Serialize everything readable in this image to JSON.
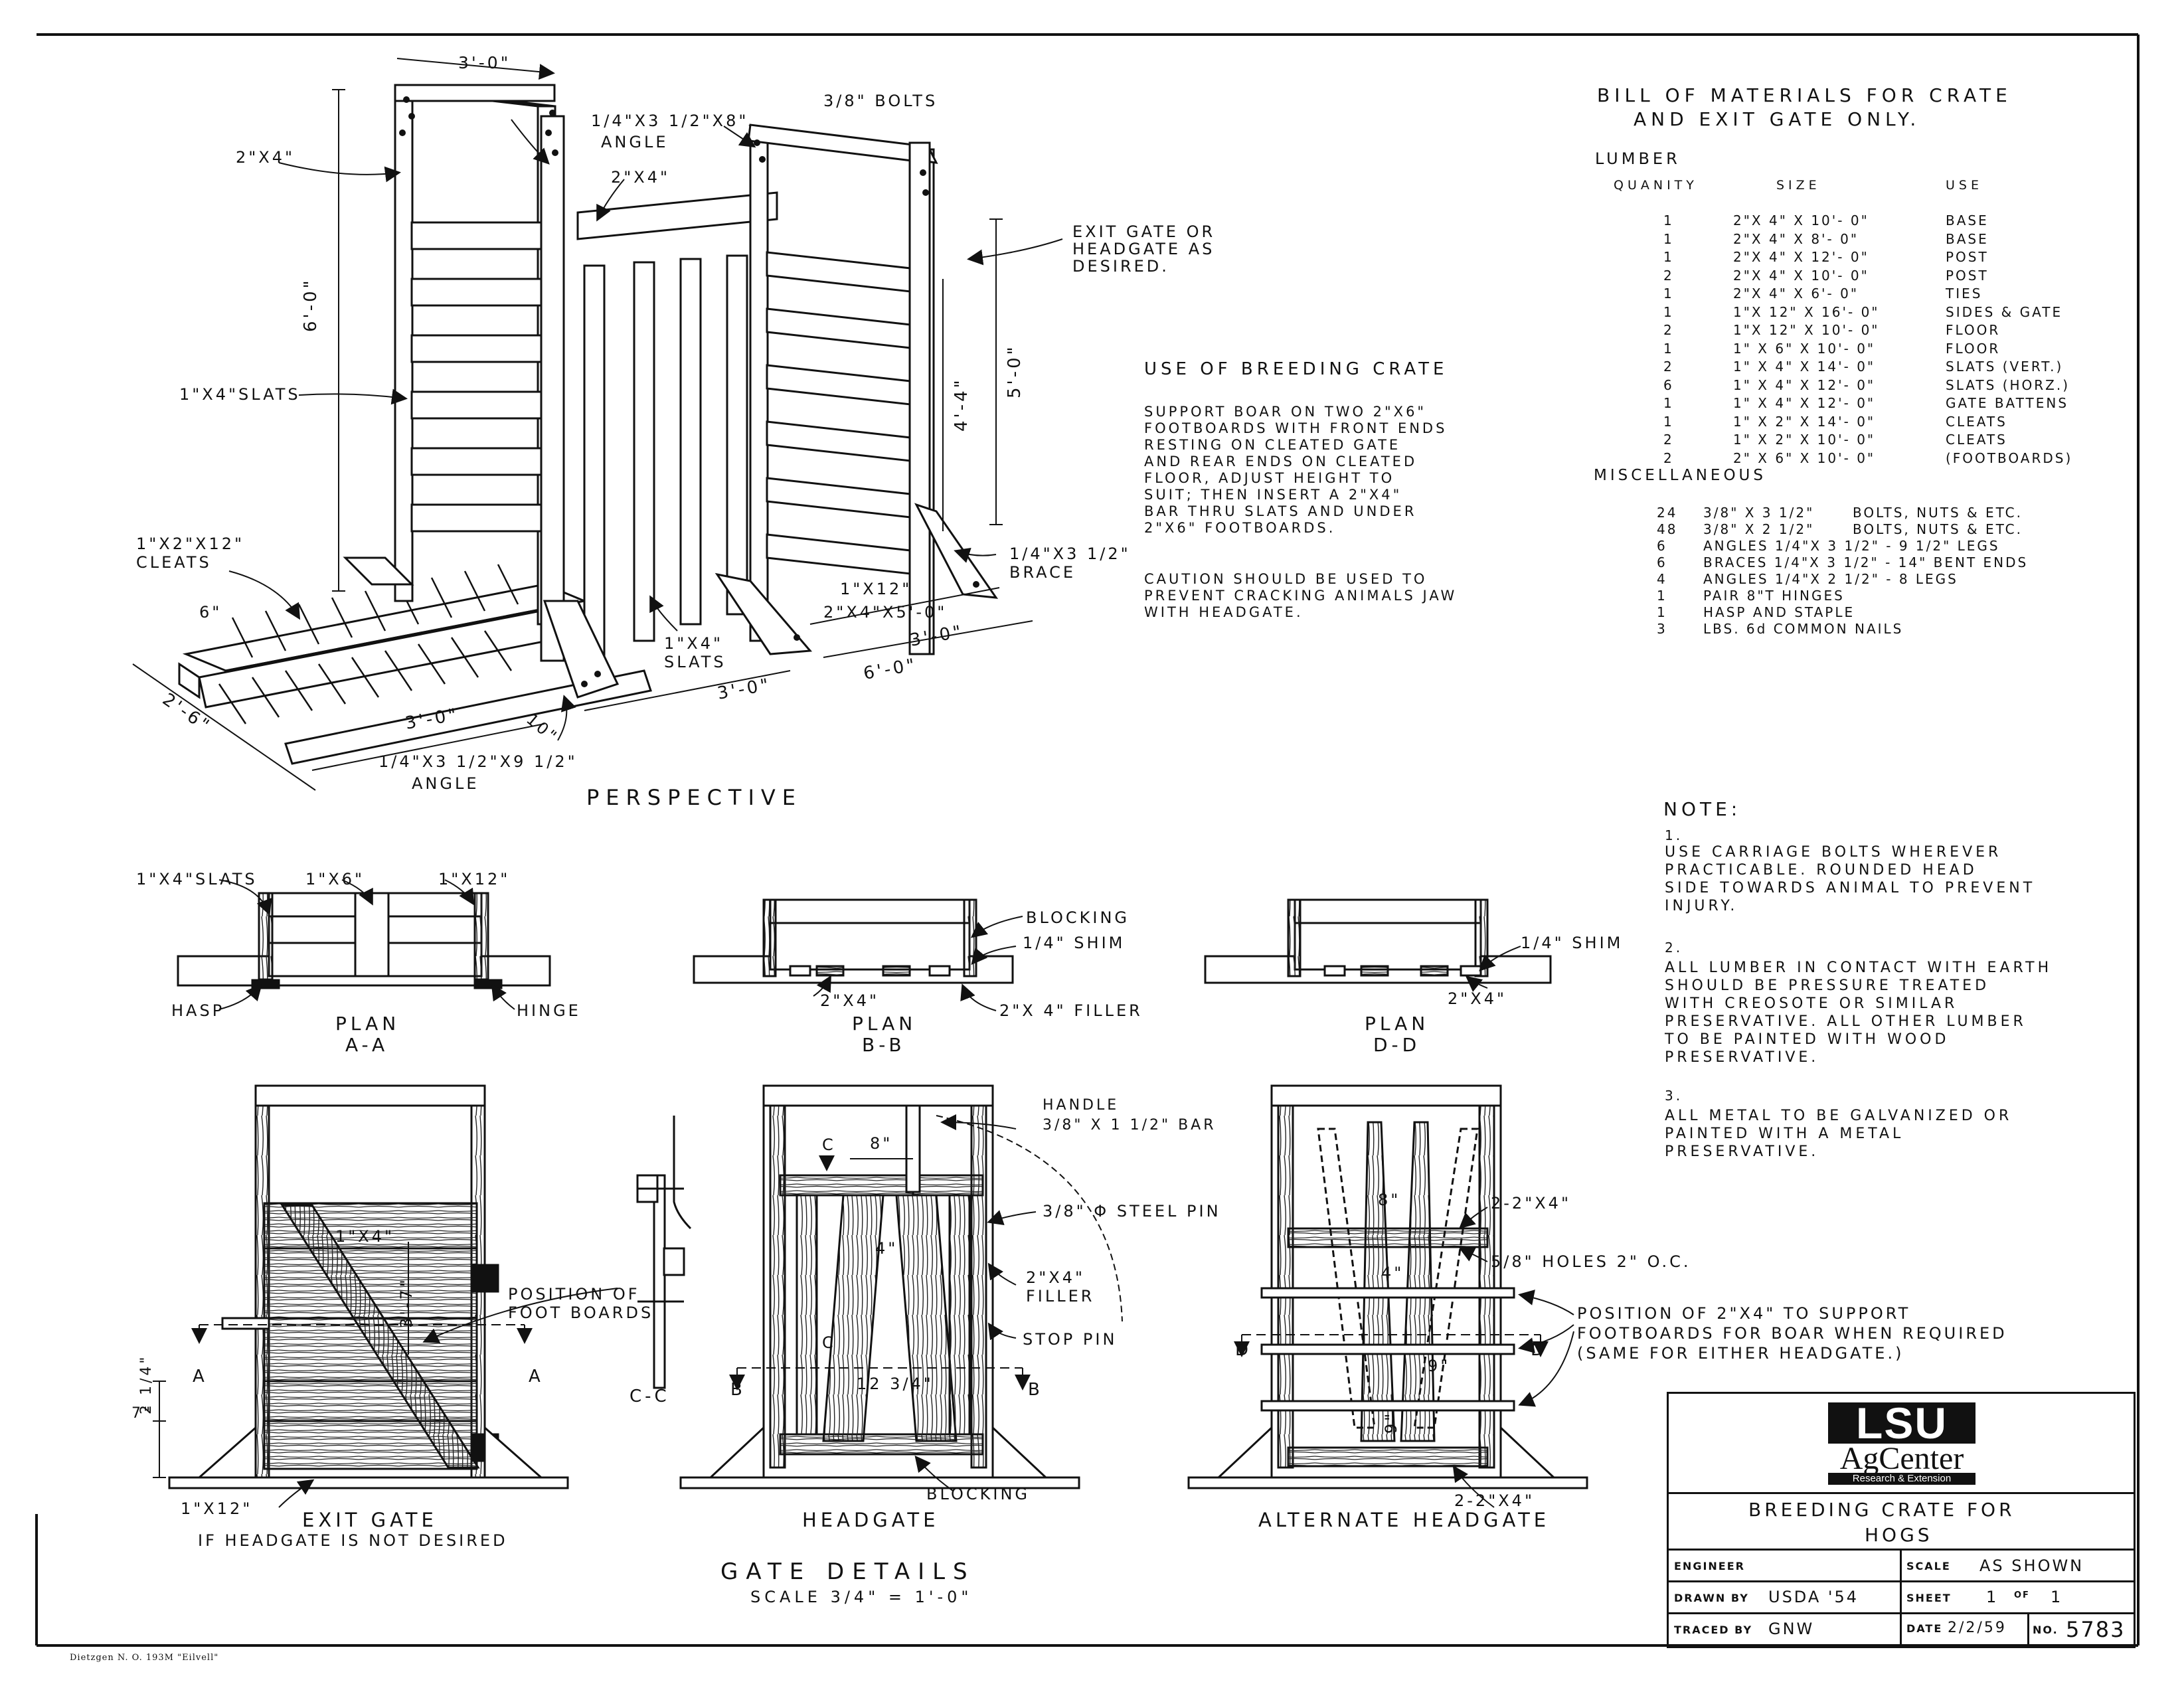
{
  "perspective": {
    "title": "PERSPECTIVE",
    "dims": {
      "top_width": "3'-0\"",
      "post_2x4": "2\"X4\"",
      "angle_top": "1/4\"X3 1/2\"X8\"",
      "angle_top_word": "ANGLE",
      "rail_2x4": "2\"X4\"",
      "bolts": "3/8\" BOLTS",
      "exit_gate": "EXIT GATE OR\nHEADGATE AS\nDESIRED.",
      "height_6": "6'-0\"",
      "height_5": "5'-0\"",
      "height_44": "4'-4\"",
      "slats": "1\"X4\"SLATS",
      "cleats": "1\"X2\"X12\"\nCLEATS",
      "six_in": "6\"",
      "two_six": "2'-6\"",
      "three_a": "3'-0\"",
      "three_b": "3'-0\"",
      "three_c": "3'-0\"",
      "six_ft": "6'-0\"",
      "ten_in": "10\"",
      "angle_bottom": "1/4\"X3 1/2\"X9 1/2\"",
      "angle_bottom_word": "ANGLE",
      "slats_center": "1\"X4\"\nSLATS",
      "x12": "1\"X12\"",
      "foot_2x4": "2\"X4\"X5'-0\"",
      "brace": "1/4\"X3 1/2\"\nBRACE"
    }
  },
  "use": {
    "title": "USE OF BREEDING CRATE",
    "body": "SUPPORT BOAR ON TWO 2\"X6\"\nFOOTBOARDS WITH FRONT ENDS\nRESTING ON CLEATED GATE\nAND REAR ENDS ON CLEATED\nFLOOR, ADJUST HEIGHT TO\nSUIT; THEN INSERT A 2\"X4\"\nBAR THRU SLATS AND UNDER\n2\"X6\" FOOTBOARDS.",
    "caution": "CAUTION SHOULD BE USED TO\nPREVENT CRACKING ANIMALS JAW\nWITH HEADGATE."
  },
  "bom": {
    "title_line1": "BILL OF MATERIALS FOR CRATE",
    "title_line2": "AND EXIT GATE ONLY.",
    "lumber_heading": "LUMBER",
    "headers": [
      "QUANITY",
      "SIZE",
      "USE"
    ],
    "lumber": [
      [
        "1",
        "2\"X 4\" X 10'- 0\"",
        "BASE"
      ],
      [
        "1",
        "2\"X 4\" X 8'- 0\"",
        "BASE"
      ],
      [
        "1",
        "2\"X 4\" X 12'- 0\"",
        "POST"
      ],
      [
        "2",
        "2\"X 4\" X 10'- 0\"",
        "POST"
      ],
      [
        "1",
        "2\"X 4\" X 6'- 0\"",
        "TIES"
      ],
      [
        "1",
        "1\"X 12\" X 16'- 0\"",
        "SIDES & GATE"
      ],
      [
        "2",
        "1\"X 12\" X 10'- 0\"",
        "FLOOR"
      ],
      [
        "1",
        "1\" X 6\" X 10'- 0\"",
        "FLOOR"
      ],
      [
        "2",
        "1\" X 4\" X 14'- 0\"",
        "SLATS (VERT.)"
      ],
      [
        "6",
        "1\" X 4\" X 12'- 0\"",
        "SLATS (HORZ.)"
      ],
      [
        "1",
        "1\" X 4\" X 12'- 0\"",
        "GATE BATTENS"
      ],
      [
        "1",
        "1\" X 2\" X 14'- 0\"",
        "CLEATS"
      ],
      [
        "2",
        "1\" X 2\" X 10'- 0\"",
        "CLEATS"
      ],
      [
        "2",
        "2\" X 6\" X 10'- 0\"",
        "(FOOTBOARDS)"
      ]
    ],
    "misc_heading": "MISCELLANEOUS",
    "misc": [
      [
        "24",
        "3/8\" X 3 1/2\"",
        "BOLTS, NUTS & ETC."
      ],
      [
        "48",
        "3/8\" X 2 1/2\"",
        "BOLTS, NUTS & ETC."
      ],
      [
        "6",
        "ANGLES 1/4\"X 3 1/2\" - 9 1/2\" LEGS",
        ""
      ],
      [
        "6",
        "BRACES 1/4\"X 3 1/2\" - 14\" BENT ENDS",
        ""
      ],
      [
        "4",
        "ANGLES 1/4\"X 2 1/2\" - 8 LEGS",
        ""
      ],
      [
        "1",
        "PAIR 8\"T HINGES",
        ""
      ],
      [
        "1",
        "HASP AND STAPLE",
        ""
      ],
      [
        "3",
        "LBS. 6d COMMON NAILS",
        ""
      ]
    ]
  },
  "notes": {
    "title": "NOTE:",
    "n1_num": "1.",
    "n1": "USE CARRIAGE BOLTS WHEREVER\nPRACTICABLE. ROUNDED HEAD\nSIDE TOWARDS ANIMAL TO PREVENT\nINJURY.",
    "n2_num": "2.",
    "n2": "ALL LUMBER IN CONTACT WITH EARTH\nSHOULD BE PRESSURE TREATED\nWITH CREOSOTE OR SIMILAR\nPRESERVATIVE. ALL OTHER LUMBER\nTO BE PAINTED WITH WOOD\nPRESERVATIVE.",
    "n3_num": "3.",
    "n3": "ALL METAL TO BE GALVANIZED OR\nPAINTED WITH A METAL\nPRESERVATIVE."
  },
  "plans": {
    "aa_slats": "1\"X4\"SLATS",
    "aa_1x6": "1\"X6\"",
    "aa_1x12": "1\"X12\"",
    "aa_hasp": "HASP",
    "aa_hinge": "HINGE",
    "aa_title": "PLAN",
    "aa_sub": "A-A",
    "bb_blocking": "BLOCKING",
    "bb_shim": "1/4\" SHIM",
    "bb_2x4": "2\"X4\"",
    "bb_filler": "2\"X 4\" FILLER",
    "bb_title": "PLAN",
    "bb_sub": "B-B",
    "dd_shim": "1/4\" SHIM",
    "dd_2x4": "2\"X4\"",
    "dd_title": "PLAN",
    "dd_sub": "D-D"
  },
  "gates": {
    "exit_1x4": "1\"X4\"",
    "exit_3_7": "3'-7\"",
    "exit_position": "POSITION OF\nFOOT BOARDS",
    "exit_2_14": "2 1/4\"",
    "exit_7": "7\"",
    "exit_1x12": "1\"X12\"",
    "exit_A_left": "A",
    "exit_A_right": "A",
    "exit_title": "EXIT GATE",
    "exit_sub": "IF HEADGATE IS NOT DESIRED",
    "cc_label": "C-C",
    "hg_C": "C",
    "hg_C2": "C",
    "hg_8": "8\"",
    "hg_4": "4\"",
    "hg_12": "12 3/4\"",
    "hg_handle": "HANDLE\n3/8\" X 1 1/2\" BAR",
    "hg_pin": "3/8\" Φ  STEEL PIN",
    "hg_filler": "2\"X4\"\nFILLER",
    "hg_stop": "STOP PIN",
    "hg_B_left": "B",
    "hg_B_right": "B",
    "hg_blocking": "BLOCKING",
    "hg_title": "HEADGATE",
    "alt_8": "8\"",
    "alt_4": "4\"",
    "alt_9a": "9\"",
    "alt_9b": "9\"",
    "alt_22x4_top": "2-2\"X4\"",
    "alt_holes": "5/8\" HOLES 2\" O.C.",
    "alt_position": "POSITION OF 2\"X4\" TO SUPPORT\nFOOTBOARDS FOR BOAR WHEN REQUIRED\n(SAME FOR EITHER HEADGATE.)",
    "alt_22x4_bottom": "2-2\"X4\"",
    "alt_D_left": "D",
    "alt_D_right": "D",
    "alt_title": "ALTERNATE HEADGATE",
    "details_title": "GATE DETAILS",
    "details_scale": "SCALE 3/4\" = 1'-0\""
  },
  "title_block": {
    "logo_lsu": "LSU",
    "logo_ag": "AgCenter",
    "logo_rx": "Research & Extension",
    "title_line1": "BREEDING CRATE FOR",
    "title_line2": "HOGS",
    "engineer_label": "ENGINEER",
    "engineer": "",
    "scale_label": "SCALE",
    "scale": "AS SHOWN",
    "drawn_label": "DRAWN BY",
    "drawn": "USDA '54",
    "sheet_label": "SHEET",
    "sheet": "1",
    "of_label": "OF",
    "of": "1",
    "traced_label": "TRACED BY",
    "traced": "GNW",
    "date_label": "DATE",
    "date": "2/2/59",
    "no_label": "NO.",
    "no": "5783"
  },
  "footer": {
    "paper": "Dietzgen N. O. 193M \"Eilvell\""
  }
}
